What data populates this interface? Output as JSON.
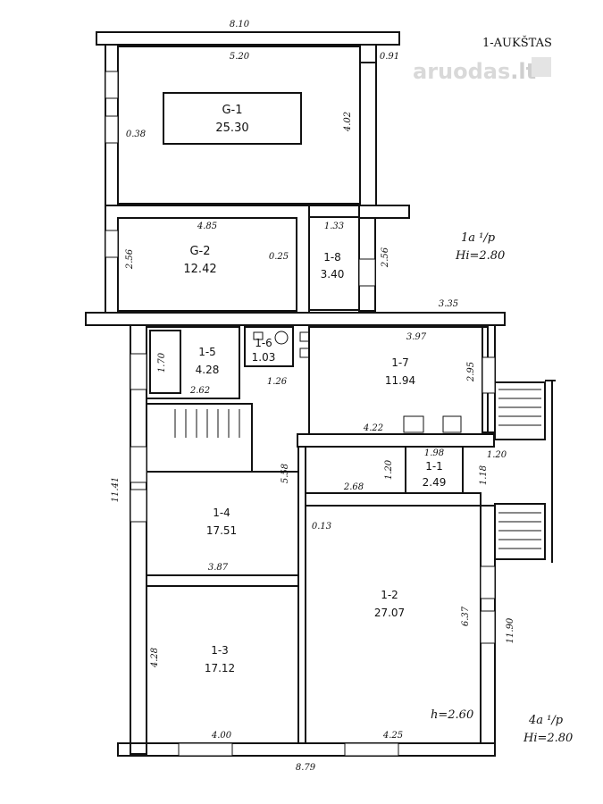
{
  "title": "1-AUKŠTAS",
  "watermark": {
    "text": "aruodas",
    "suffix": ".lt"
  },
  "notes": [
    {
      "line1": "1a ¹/p",
      "line2": "Hi=2.80"
    },
    {
      "line1": "4a ¹/p",
      "line2": "Hi=2.80"
    },
    {
      "line1": "h=2.60",
      "line2": ""
    }
  ],
  "rooms": [
    {
      "id": "G-1",
      "area": "25.30"
    },
    {
      "id": "G-2",
      "area": "12.42"
    },
    {
      "id": "1-8",
      "area": "3.40"
    },
    {
      "id": "1-5",
      "area": "4.28"
    },
    {
      "id": "1-6",
      "area": "1.03"
    },
    {
      "id": "1-7",
      "area": "11.94"
    },
    {
      "id": "1-1",
      "area": "2.49"
    },
    {
      "id": "1-4",
      "area": "17.51"
    },
    {
      "id": "1-2",
      "area": "27.07"
    },
    {
      "id": "1-3",
      "area": "17.12"
    }
  ],
  "dimensions": [
    "8.10",
    "5.20",
    "0.91",
    "0.38",
    "4.02",
    "1.33",
    "4.85",
    "2.56",
    "0.25",
    "2.56",
    "3.35",
    "3.97",
    "1.70",
    "2.62",
    "1.26",
    "2.95",
    "4.22",
    "1.98",
    "1.20",
    "1.20",
    "1.18",
    "11.41",
    "5.58",
    "2.68",
    "0.13",
    "3.87",
    "6.37",
    "11.90",
    "4.28",
    "4.00",
    "4.25",
    "8.79"
  ]
}
